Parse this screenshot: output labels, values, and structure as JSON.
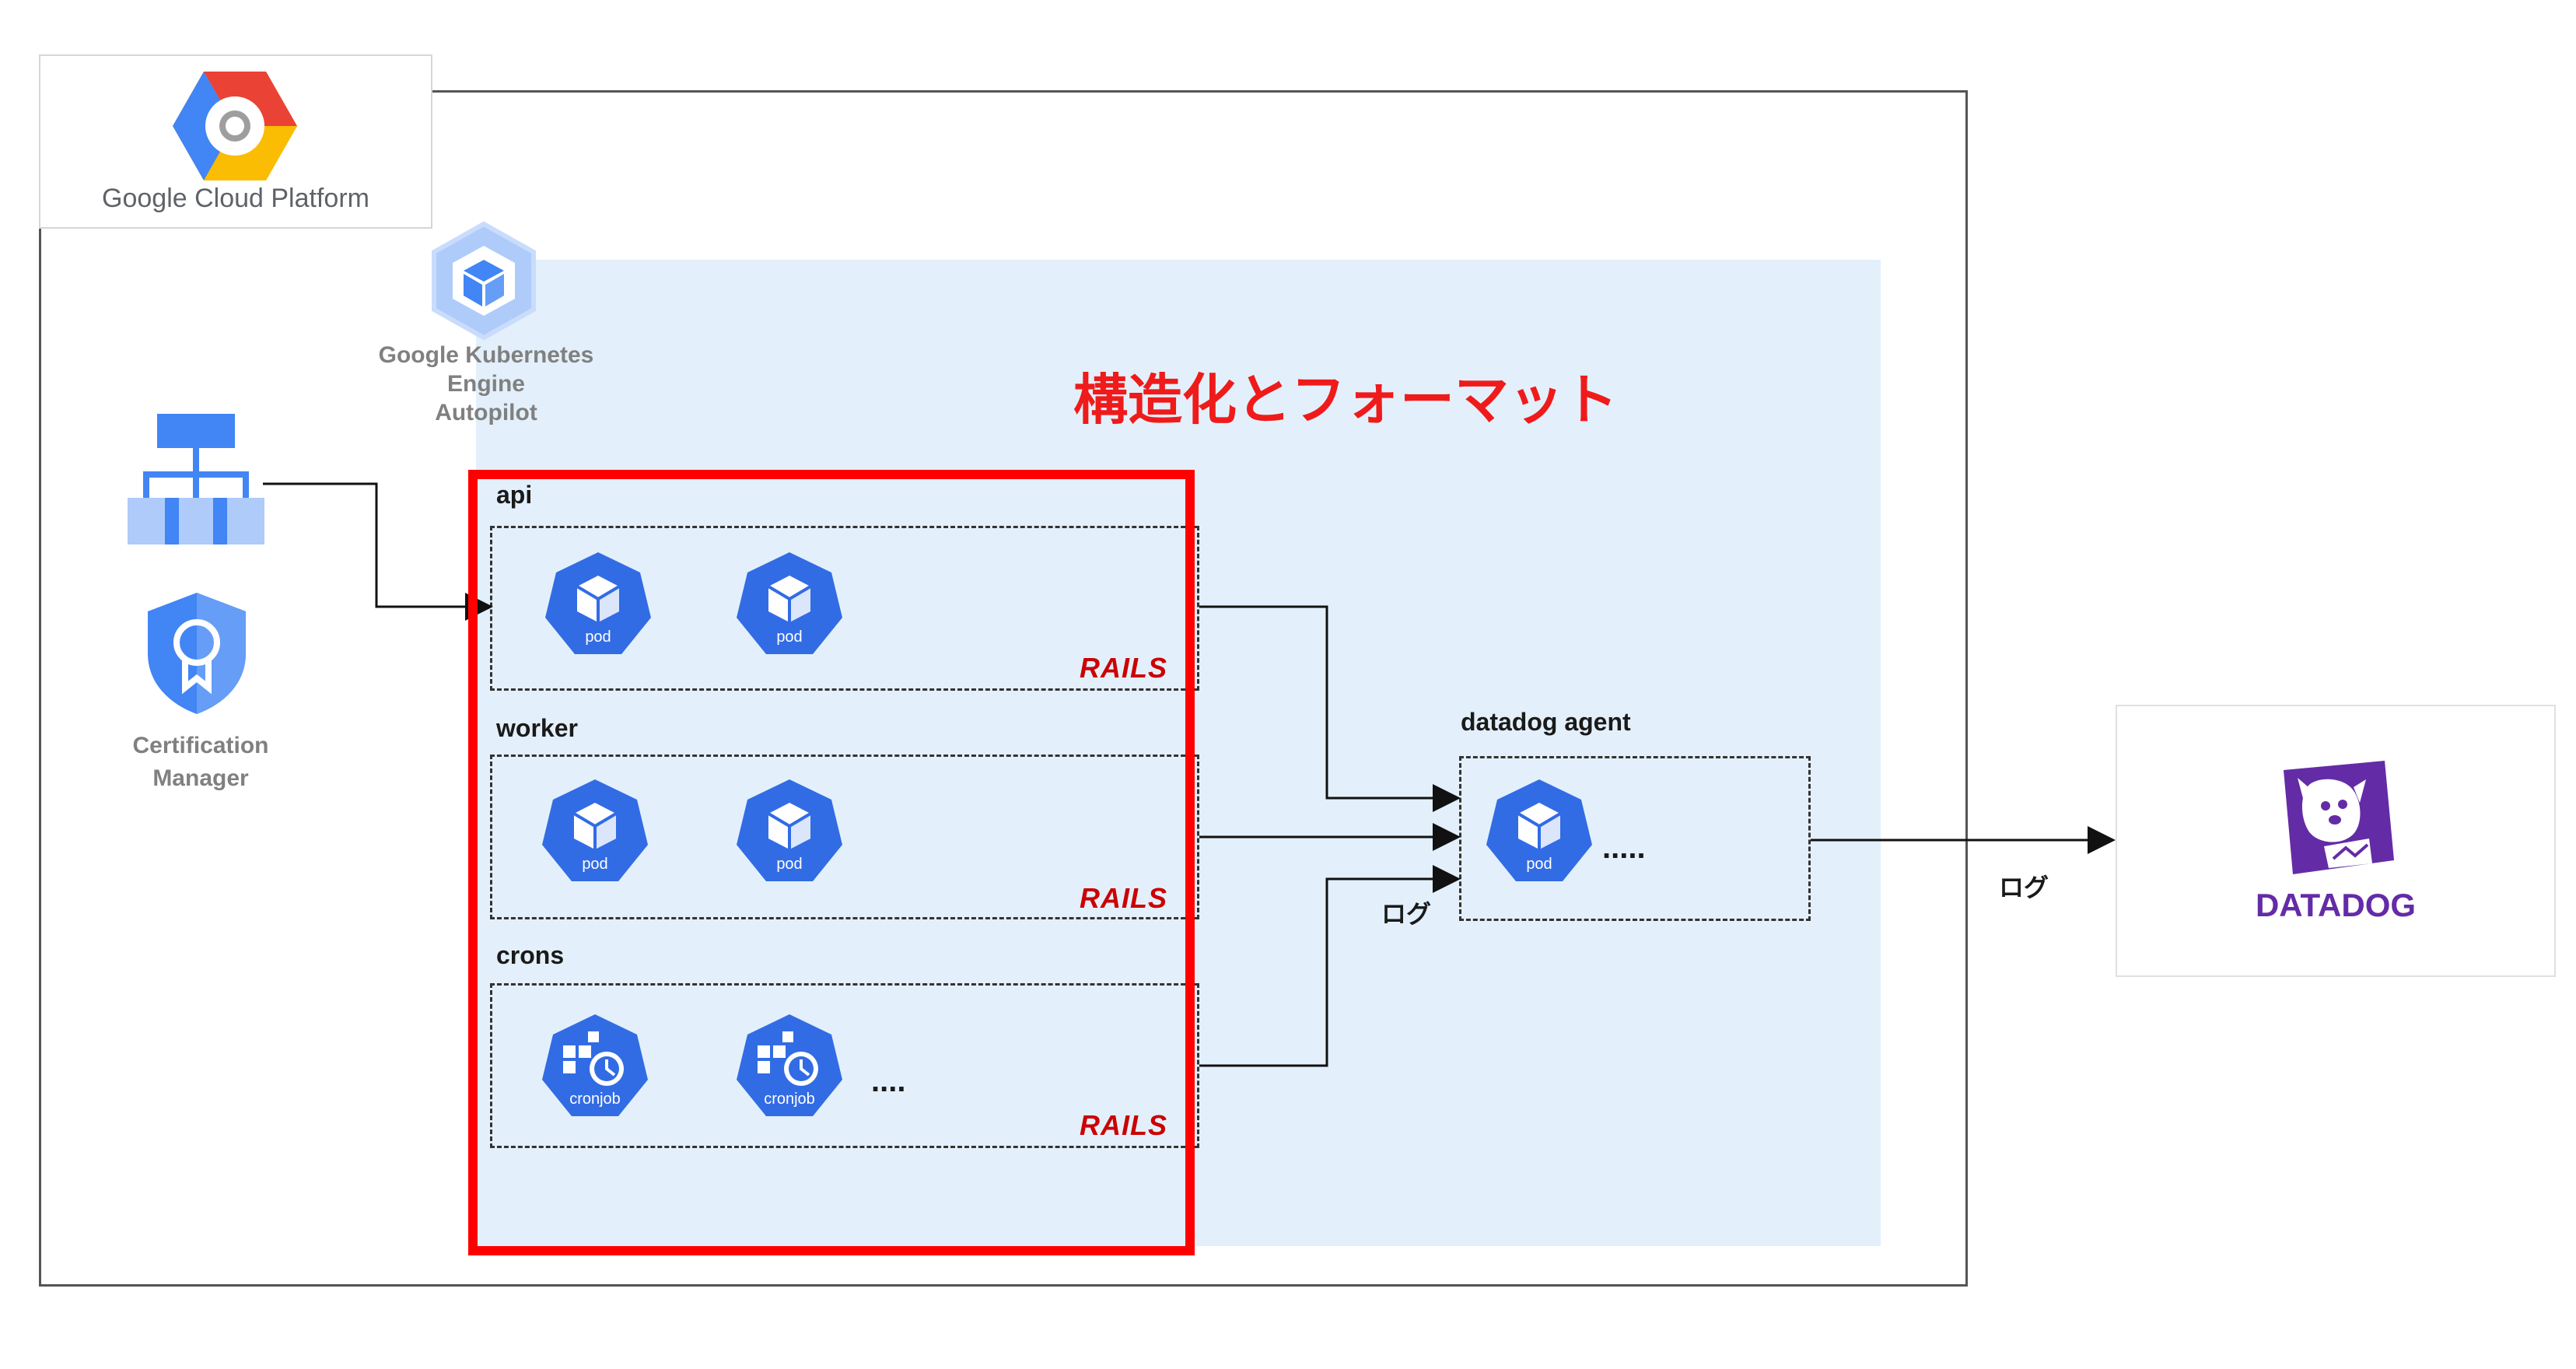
{
  "gcp": {
    "logo_text": "Google Cloud Platform"
  },
  "gke": {
    "line1": "Google Kubernetes",
    "line2": "Engine",
    "line3": "Autopilot"
  },
  "title": "構造化とフォーマット",
  "groups": {
    "api": {
      "label": "api",
      "pod_label": "pod",
      "rails": "RAILS"
    },
    "worker": {
      "label": "worker",
      "pod_label": "pod",
      "rails": "RAILS"
    },
    "crons": {
      "label": "crons",
      "job_label": "cronjob",
      "more": "....",
      "rails": "RAILS"
    }
  },
  "cert_manager": {
    "line1": "Certification",
    "line2": "Manager"
  },
  "agent": {
    "label": "datadog agent",
    "pod_label": "pod",
    "more": "....."
  },
  "edges": {
    "log_in": "ログ",
    "log_out": "ログ"
  },
  "datadog": {
    "label": "DATADOG"
  },
  "colors": {
    "k8s_blue": "#326ce5",
    "red": "#ff0000",
    "datadog_purple": "#632ca6",
    "gke_bg": "#e3f0fb"
  }
}
